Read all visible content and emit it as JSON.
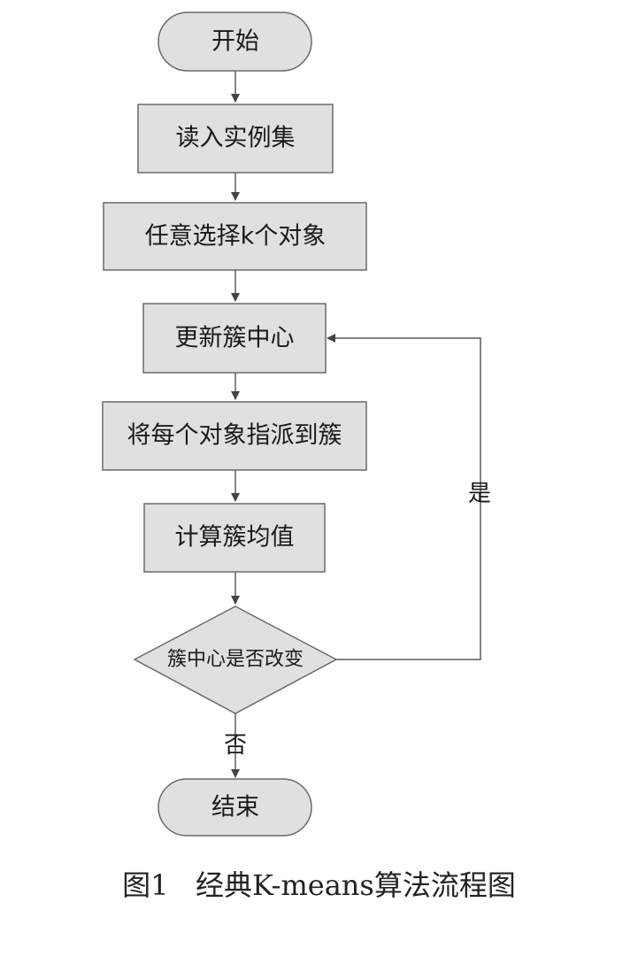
{
  "nodes": {
    "start": "开始",
    "read": "读入实例集",
    "select": "任意选择k个对象",
    "update": "更新簇中心",
    "assign": "将每个对象指派到簇",
    "compute": "计算簇均值",
    "decision": "簇中心是否改变",
    "end": "结束"
  },
  "edges": {
    "yes": "是",
    "no": "否"
  },
  "caption": {
    "number": "图1",
    "title": "经典K-means算法流程图"
  }
}
